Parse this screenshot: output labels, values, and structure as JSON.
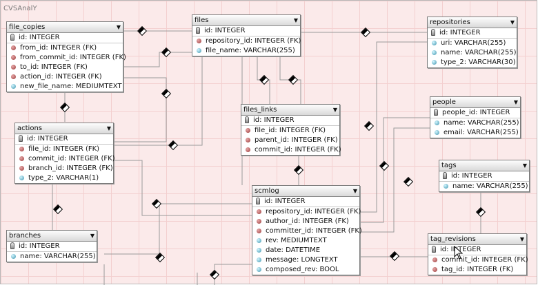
{
  "diagram": {
    "title": "CVSAnalY",
    "tables": [
      {
        "name": "file_copies",
        "columns": [
          {
            "kind": "pk",
            "text": "id: INTEGER"
          },
          {
            "kind": "fk",
            "text": "from_id: INTEGER (FK)"
          },
          {
            "kind": "fk",
            "text": "from_commit_id: INTEGER (FK)"
          },
          {
            "kind": "fk",
            "text": "to_id: INTEGER (FK)"
          },
          {
            "kind": "fk",
            "text": "action_id: INTEGER (FK)"
          },
          {
            "kind": "col",
            "text": "new_file_name: MEDIUMTEXT"
          }
        ]
      },
      {
        "name": "files",
        "columns": [
          {
            "kind": "pk",
            "text": "id: INTEGER"
          },
          {
            "kind": "fk",
            "text": "repository_id: INTEGER (FK)"
          },
          {
            "kind": "col",
            "text": "file_name: VARCHAR(255)"
          }
        ]
      },
      {
        "name": "repositories",
        "columns": [
          {
            "kind": "pk",
            "text": "id: INTEGER"
          },
          {
            "kind": "col",
            "text": "uri: VARCHAR(255)"
          },
          {
            "kind": "col",
            "text": "name: VARCHAR(255)"
          },
          {
            "kind": "col",
            "text": "type_2: VARCHAR(30)"
          }
        ]
      },
      {
        "name": "actions",
        "columns": [
          {
            "kind": "pk",
            "text": "id: INTEGER"
          },
          {
            "kind": "fk",
            "text": "file_id: INTEGER (FK)"
          },
          {
            "kind": "fk",
            "text": "commit_id: INTEGER (FK)"
          },
          {
            "kind": "fk",
            "text": "branch_id: INTEGER (FK)"
          },
          {
            "kind": "col",
            "text": "type_2: VARCHAR(1)"
          }
        ]
      },
      {
        "name": "files_links",
        "columns": [
          {
            "kind": "pk",
            "text": "id: INTEGER"
          },
          {
            "kind": "fk",
            "text": "file_id: INTEGER (FK)"
          },
          {
            "kind": "fk",
            "text": "parent_id: INTEGER (FK)"
          },
          {
            "kind": "fk",
            "text": "commit_id: INTEGER (FK)"
          }
        ]
      },
      {
        "name": "people",
        "columns": [
          {
            "kind": "pk",
            "text": "people_id: INTEGER"
          },
          {
            "kind": "col",
            "text": "name: VARCHAR(255)"
          },
          {
            "kind": "col",
            "text": "email: VARCHAR(255)"
          }
        ]
      },
      {
        "name": "tags",
        "columns": [
          {
            "kind": "pk",
            "text": "id: INTEGER"
          },
          {
            "kind": "col",
            "text": "name: VARCHAR(255)"
          }
        ]
      },
      {
        "name": "branches",
        "columns": [
          {
            "kind": "pk",
            "text": "id: INTEGER"
          },
          {
            "kind": "col",
            "text": "name: VARCHAR(255)"
          }
        ]
      },
      {
        "name": "scmlog",
        "columns": [
          {
            "kind": "pk",
            "text": "id: INTEGER"
          },
          {
            "kind": "fk",
            "text": "repository_id: INTEGER (FK)"
          },
          {
            "kind": "fk",
            "text": "author_id: INTEGER (FK)"
          },
          {
            "kind": "fk",
            "text": "committer_id: INTEGER (FK)"
          },
          {
            "kind": "col",
            "text": "rev: MEDIUMTEXT"
          },
          {
            "kind": "col",
            "text": "date: DATETIME"
          },
          {
            "kind": "col",
            "text": "message: LONGTEXT"
          },
          {
            "kind": "col",
            "text": "composed_rev: BOOL"
          }
        ]
      },
      {
        "name": "tag_revisions",
        "columns": [
          {
            "kind": "pk",
            "text": "id: INTEGER"
          },
          {
            "kind": "fk",
            "text": "commit_id: INTEGER (FK)"
          },
          {
            "kind": "fk",
            "text": "tag_id: INTEGER (FK)"
          }
        ]
      }
    ],
    "colors": {
      "canvas": "#fbeaea",
      "grid": "#f3cfcf",
      "line": "#9a9a9a",
      "header": "#d9d9d9"
    }
  }
}
